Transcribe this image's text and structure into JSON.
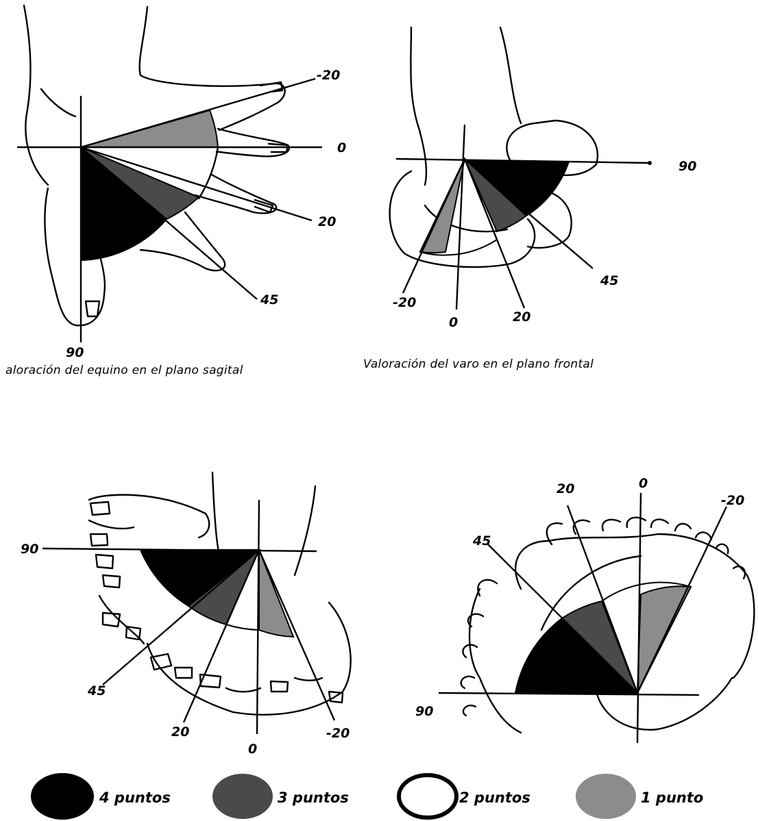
{
  "colors": {
    "four_points": "#000000",
    "three_points": "#4a4a4a",
    "two_points": "#ffffff",
    "one_point": "#8c8c8c"
  },
  "panels": {
    "sagittal": {
      "caption": "aloración del equino en el plano sagital",
      "angles": {
        "minus20": "-20",
        "zero": "0",
        "twenty": "20",
        "fortyfive": "45",
        "ninety": "90"
      }
    },
    "frontal": {
      "caption": "Valoración del varo en el plano frontal",
      "angles": {
        "minus20": "-20",
        "zero": "0",
        "twenty": "20",
        "fortyfive": "45",
        "ninety": "90"
      }
    },
    "top_left": {
      "angles": {
        "ninety": "90",
        "fortyfive": "45",
        "twenty": "20",
        "zero": "0",
        "minus20": "-20"
      }
    },
    "top_right": {
      "angles": {
        "twenty": "20",
        "zero": "0",
        "minus20": "-20",
        "fortyfive": "45",
        "ninety": "90"
      }
    }
  },
  "legend": [
    {
      "label": "4 puntos",
      "color": "#000000"
    },
    {
      "label": "3 puntos",
      "color": "#4a4a4a"
    },
    {
      "label": "2 puntos",
      "color": "#ffffff"
    },
    {
      "label": "1 punto",
      "color": "#8c8c8c"
    }
  ]
}
